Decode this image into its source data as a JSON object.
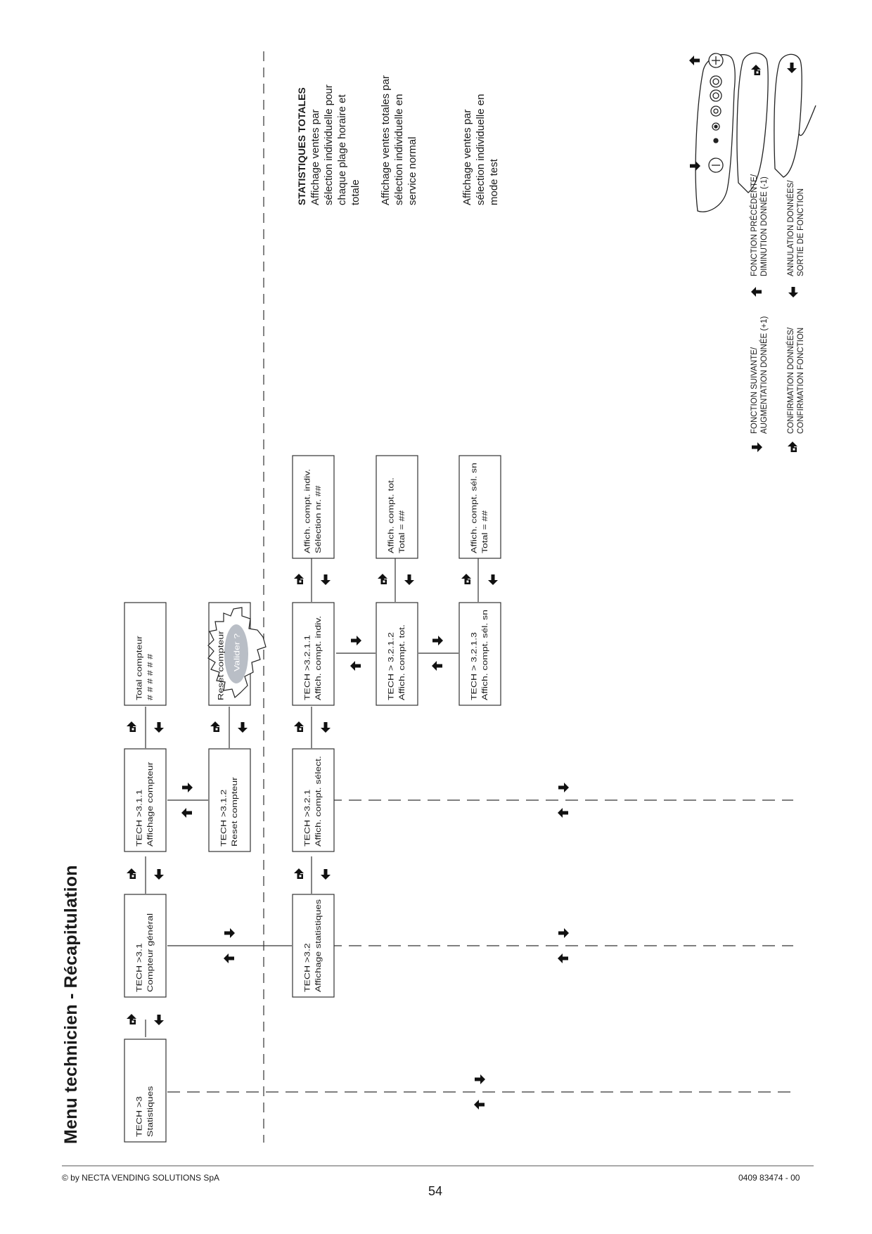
{
  "page": {
    "title": "Menu technicien - Récapitulation",
    "footer_left": "© by NECTA VENDING SOLUTIONS SpA",
    "footer_right": "0409 83474 - 00",
    "page_number": "54"
  },
  "menu": {
    "tech3": [
      "TECH >3",
      "Statistiques"
    ],
    "tech31": [
      "TECH >3.1",
      "Compteur général"
    ],
    "tech311": [
      "TECH >3.1.1",
      "Affichage compteur"
    ],
    "total_compteur": [
      "Total compteur",
      "# # # # # #"
    ],
    "tech312": [
      "TECH >3.1.2",
      "Reset compteur"
    ],
    "reset_compteur": [
      "Reset compteur"
    ],
    "valider": "Valider ?",
    "tech32": [
      "TECH >3.2",
      "Affichage statistiques"
    ],
    "tech321": [
      "TECH >3.2.1",
      "Affich. compt. sélect."
    ],
    "tech3211": [
      "TECH >3.2.1.1",
      "Affich. compt. indiv."
    ],
    "indiv_result": [
      "Affich. compt. indiv.",
      "Sélection nr. ##"
    ],
    "tech3212": [
      "TECH > 3.2.1.2",
      "Affich. compt. tot."
    ],
    "tot_result": [
      "Affich. compt. tot.",
      "Total =  ##"
    ],
    "tech3213": [
      "TECH > 3.2.1.3",
      "Affich. compt. sél. sn"
    ],
    "sn_result": [
      "Affich. compt. sél. sn",
      "Total =  ##"
    ]
  },
  "notes": {
    "heading": "Statistiques totales",
    "note1": [
      "Affichage ventes par",
      "sélection individuelle pour",
      "chaque plage horaire et",
      "totale"
    ],
    "note2": [
      "Affichage ventes totales par",
      "sélection individuelle en",
      "service normal"
    ],
    "note3": [
      "Affichage ventes par",
      "sélection individuelle en",
      "mode test"
    ]
  },
  "legend": {
    "next": [
      "FONCTION SUIVANTE/",
      "AUGMENTATION DONNÉE (+1)"
    ],
    "prev": [
      "FONCTION PRÉCÉDENTE/",
      "DIMINUTION DONNÉE (-1)"
    ],
    "confirm": [
      "CONFIRMATION DONNÉES/",
      "CONFIRMATION FONCTION"
    ],
    "cancel": [
      "ANNULATION DONNÉES/",
      "SORTIE DE FONCTION"
    ]
  },
  "icons": {
    "next": "arrow-right-icon",
    "prev": "arrow-left-icon",
    "confirm": "arrow-up-left-icon",
    "cancel": "arrow-down-icon",
    "keypad": "keypad-illustration"
  }
}
